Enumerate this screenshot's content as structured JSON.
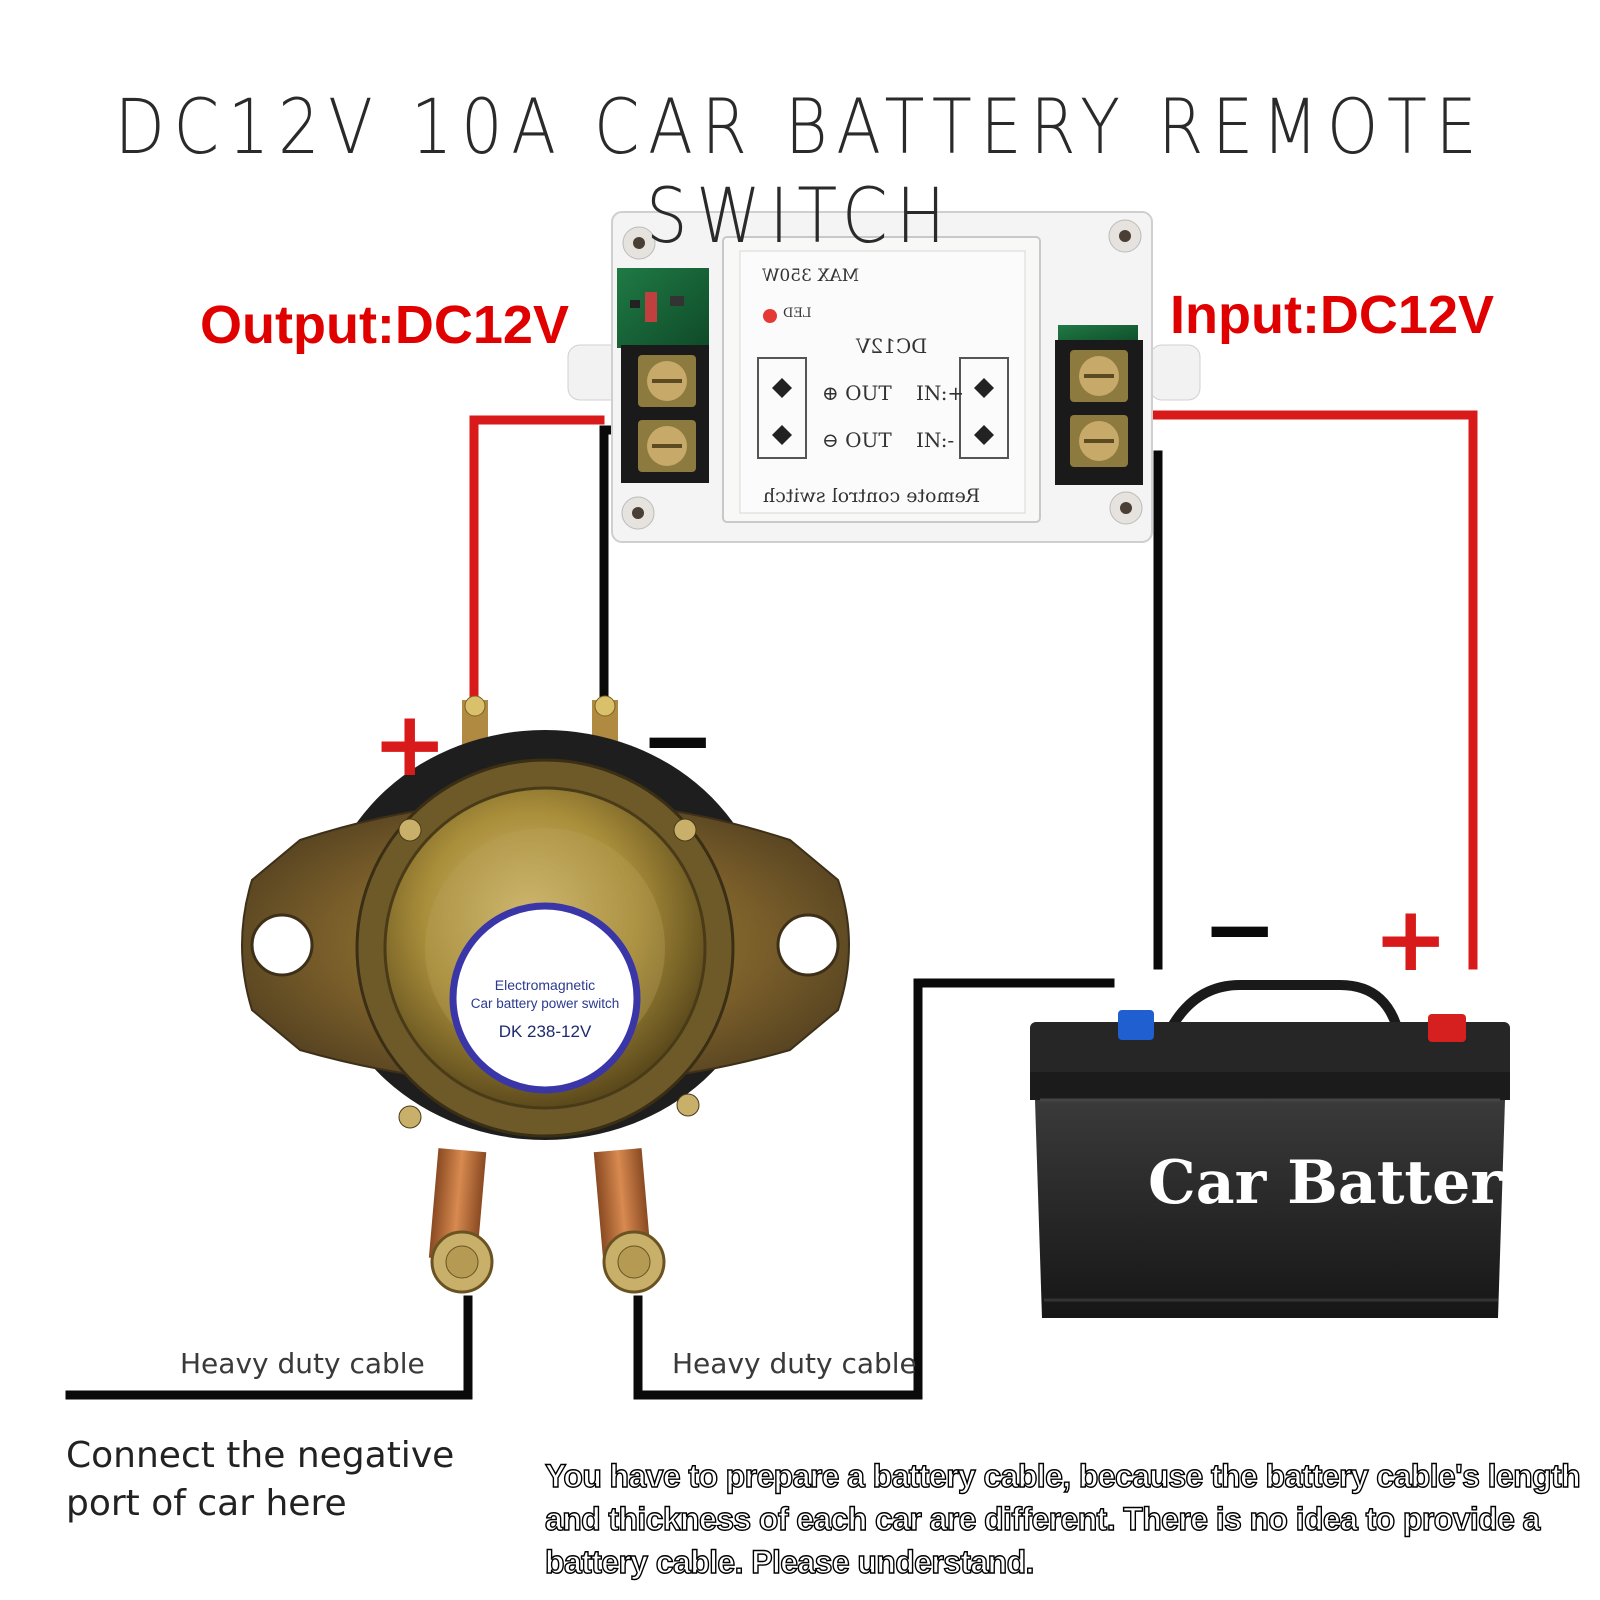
{
  "title": "DC12V 10A CAR BATTERY REMOTE SWITCH",
  "module": {
    "output_label": "Output:DC12V",
    "input_label": "Input:DC12V",
    "max_power": "MAX 350W",
    "led_label": "LED",
    "voltage": "DC12V",
    "out_plus": "⊕ OUT",
    "out_minus": "⊖ OUT",
    "in_plus": "IN:+",
    "in_minus": "IN:-",
    "device_name": "Remote control switch"
  },
  "solenoid": {
    "line1": "Electromagnetic",
    "line2": "Car battery power switch",
    "model": "DK 238-12V",
    "plus_sign": "+",
    "minus_sign": "−"
  },
  "battery": {
    "label": "Car Battery",
    "minus_sign": "−",
    "plus_sign": "+"
  },
  "cables": {
    "left_label": "Heavy duty cable",
    "right_label": "Heavy duty cable"
  },
  "notes": {
    "negative_port": "Connect the negative port of car here",
    "bottom": "You have to prepare a battery cable, because the battery cable's length and thickness of each car are different. There is no idea to provide a battery cable. Please understand."
  },
  "colors": {
    "red_wire": "#d91a1a",
    "black_wire": "#0a0a0a",
    "label_red": "#e00000",
    "brass": "#a08a3a",
    "battery_body": "#2c2c2c",
    "terminal_blue": "#1f5fd0",
    "terminal_red": "#d62020"
  }
}
